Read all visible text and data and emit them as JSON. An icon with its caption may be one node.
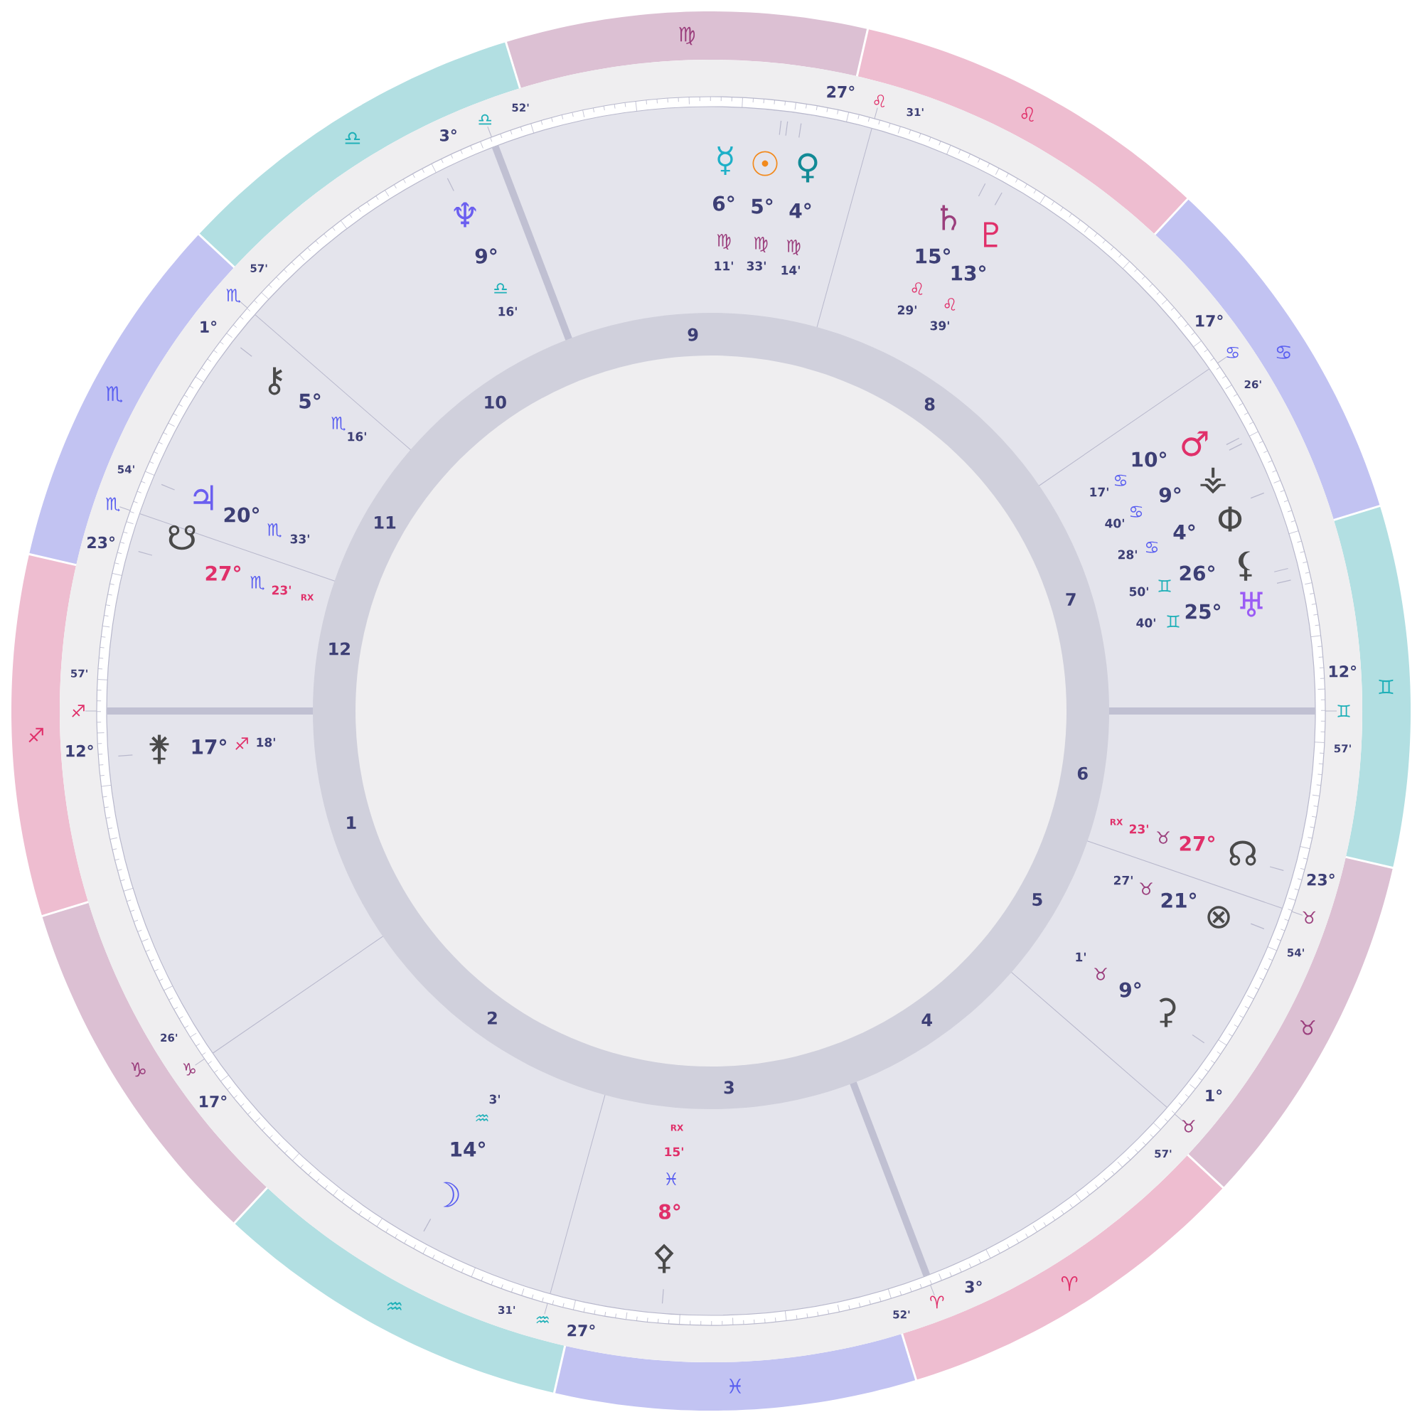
{
  "diagram": {
    "labels": [
      "♈",
      "♉",
      "♊",
      "♋",
      "♌",
      "♍",
      "♎",
      "♏",
      "♐",
      "♑",
      "♒",
      "♓",
      "12°",
      "♐",
      "57'",
      "17°",
      "♑",
      "26'",
      "27°",
      "♒",
      "31'",
      "3°",
      "♈",
      "52'",
      "1°",
      "♉",
      "57'",
      "23°",
      "♉",
      "54'",
      "12°",
      "♊",
      "57'",
      "17°",
      "♋",
      "26'",
      "27°",
      "♌",
      "31'",
      "3°",
      "♎",
      "52'",
      "1°",
      "♏",
      "57'",
      "23°",
      "♏",
      "54'",
      "1",
      "2",
      "3",
      "4",
      "5",
      "6",
      "7",
      "8",
      "9",
      "10",
      "11",
      "12",
      "☿",
      "6°",
      "♍",
      "11'",
      "☉",
      "5°",
      "♍",
      "33'",
      "♀",
      "4°",
      "♍",
      "14'",
      "♄",
      "15°",
      "♌",
      "29'",
      "♇",
      "13°",
      "♌",
      "39'",
      "♂",
      "10°",
      "♋",
      "17'",
      "⚶",
      "9°",
      "♋",
      "40'",
      "Φ",
      "4°",
      "♋",
      "28'",
      "⚸",
      "26°",
      "♊",
      "50'",
      "♅",
      "25°",
      "♊",
      "40'",
      "☊",
      "27°",
      "♉",
      "23'",
      "RX",
      "⊗",
      "21°",
      "♉",
      "27'",
      "⚳",
      "9°",
      "♉",
      "1'",
      "⚴",
      "8°",
      "♓",
      "15'",
      "RX",
      "☽",
      "14°",
      "♒",
      "3'",
      "⚵",
      "17°",
      "♐",
      "18'",
      "☋",
      "27°",
      "♏",
      "23'",
      "RX",
      "♃",
      "20°",
      "♏",
      "33'",
      "⚷",
      "5°",
      "♏",
      "16'",
      "♆",
      "9°",
      "♎",
      "16'"
    ]
  }
}
